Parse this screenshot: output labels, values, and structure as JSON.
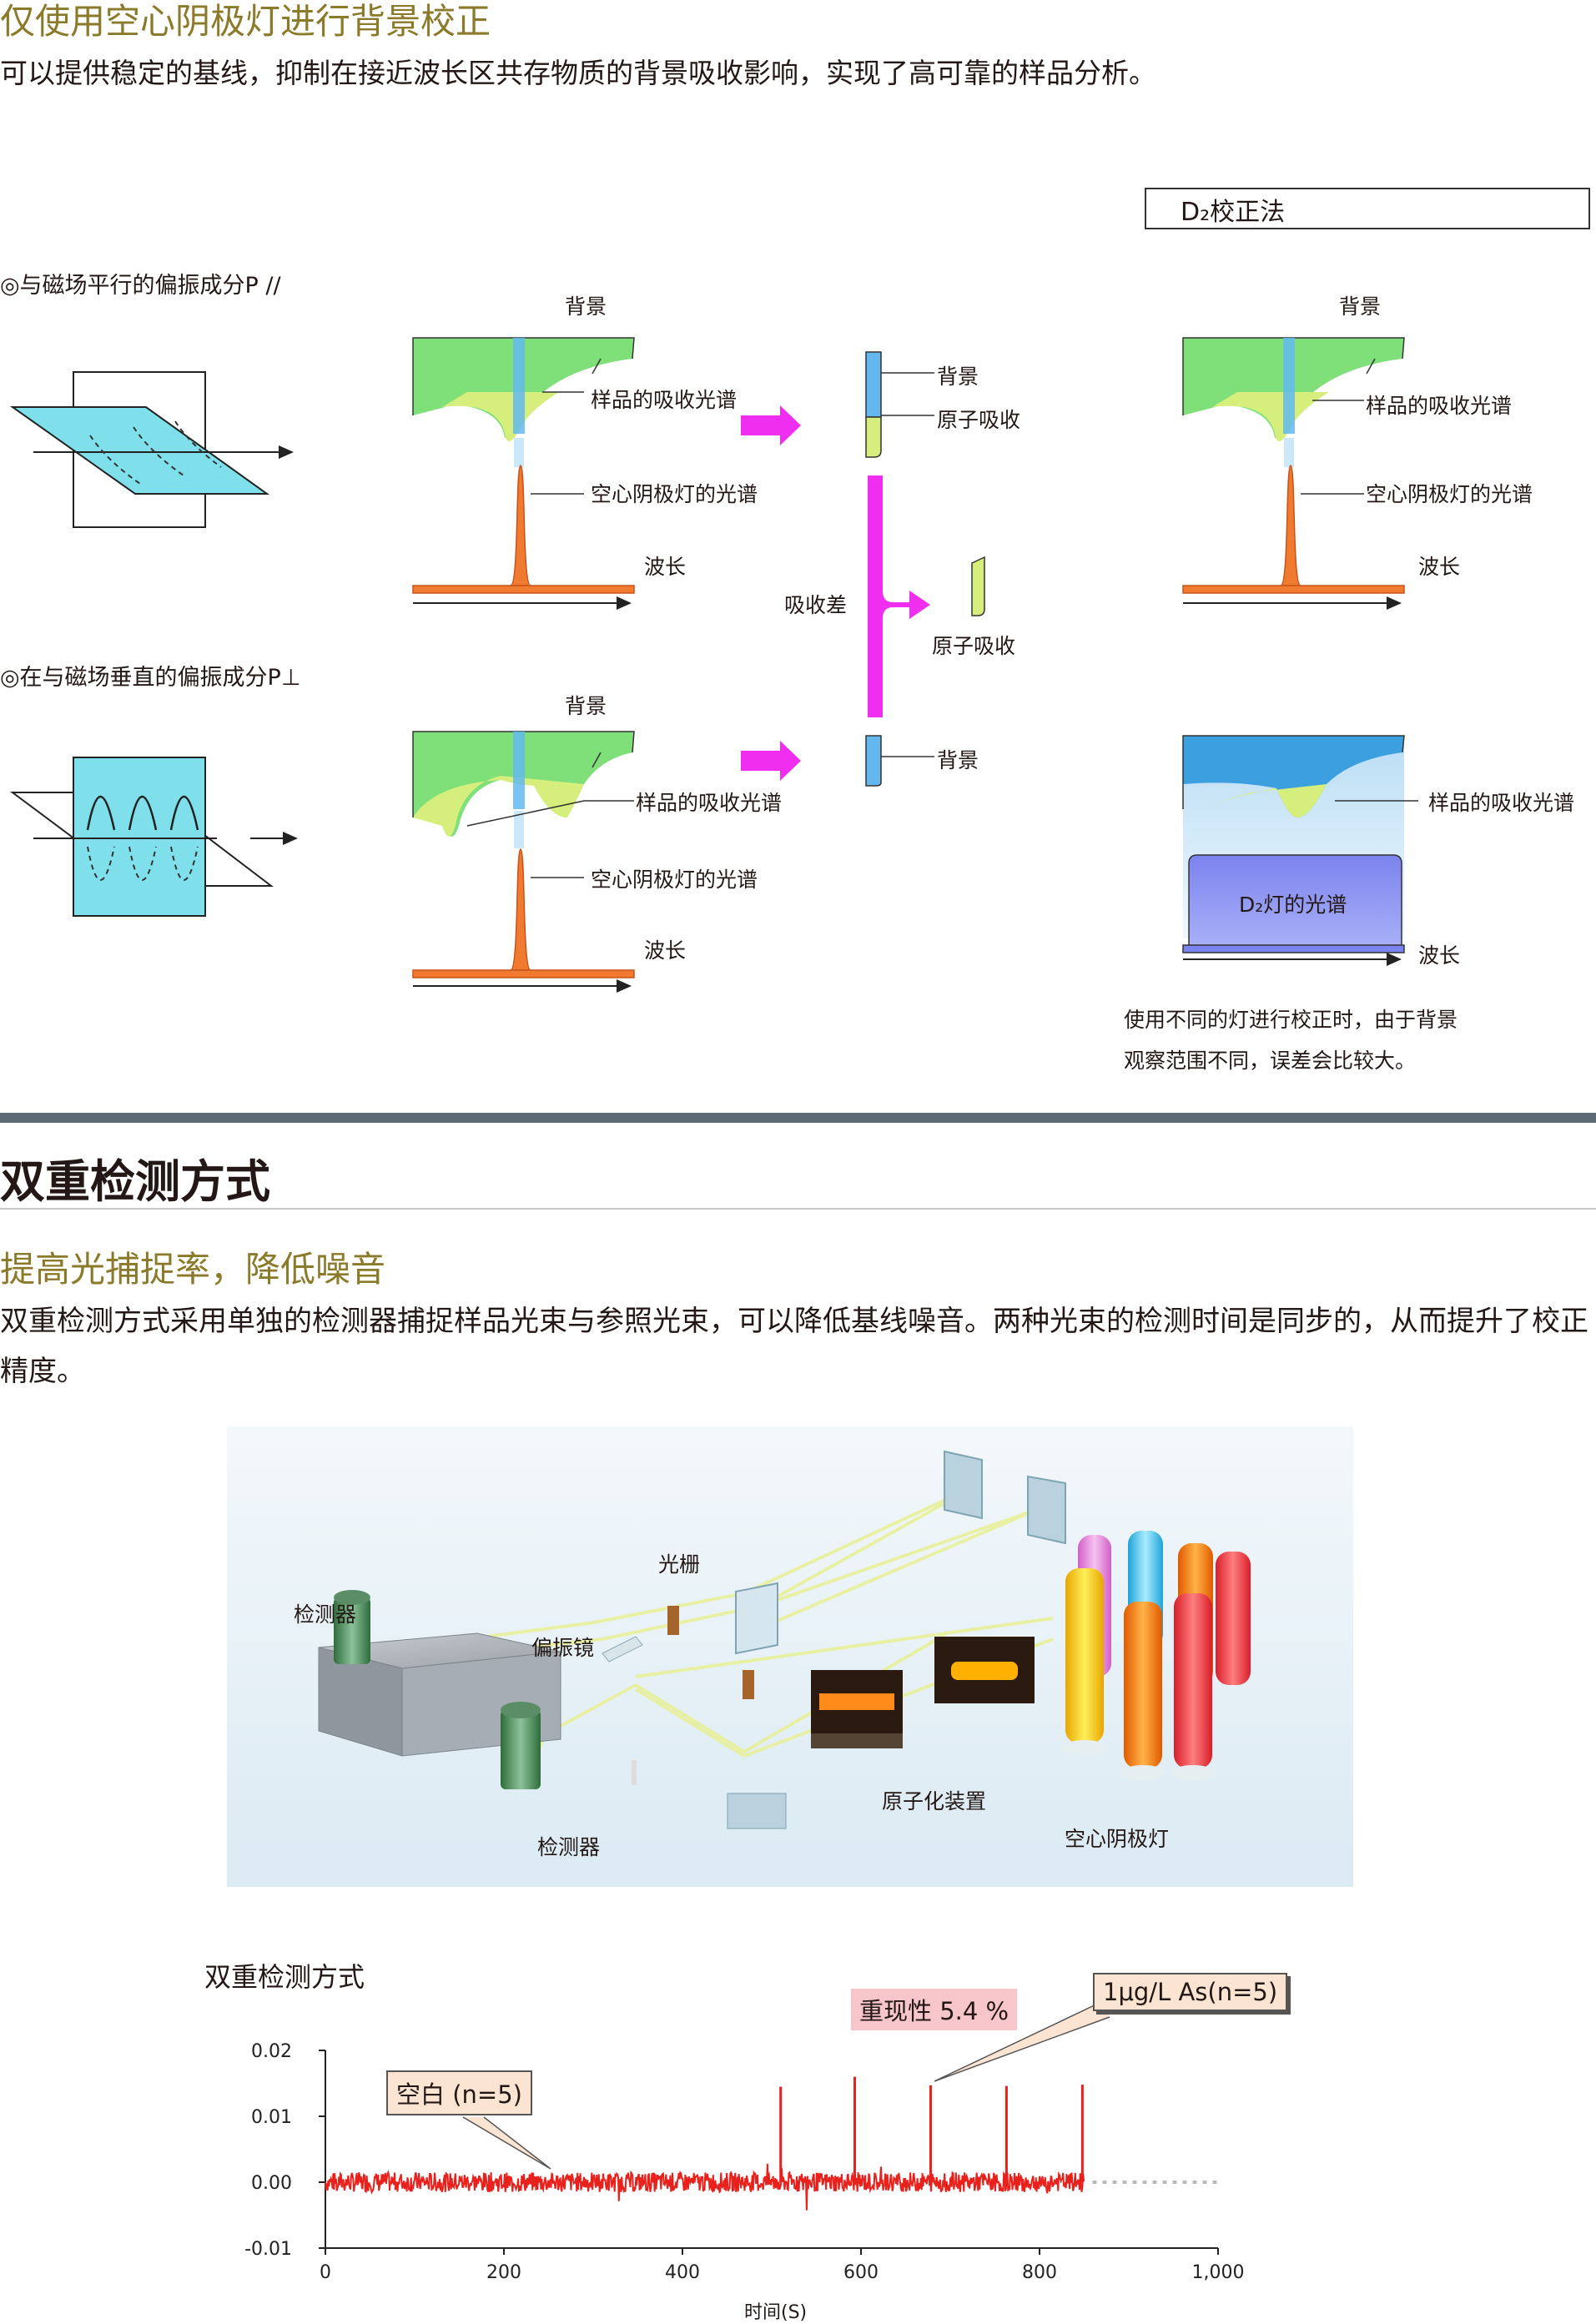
{
  "section1": {
    "title": "仅使用空心阴极灯进行背景校正",
    "desc": "可以提供稳定的基线，抑制在接近波长区共存物质的背景吸收影响，实现了高可靠的样品分析。",
    "d2_box_label": "D₂校正法",
    "para_label": "◎与磁场平行的偏振成分P //",
    "perp_label": "◎在与磁场垂直的偏振成分P⊥",
    "bg": "背景",
    "sample_spec": "样品的吸收光谱",
    "hcl_spec": "空心阴极灯的光谱",
    "wavelength": "波长",
    "atomic_abs": "原子吸收",
    "abs_diff": "吸收差",
    "d2_lamp_spec": "D₂灯的光谱",
    "note_line1": "使用不同的灯进行校正时，由于背景",
    "note_line2": "观察范围不同，误差会比较大。"
  },
  "section2": {
    "title": "双重检测方式",
    "subtitle": "提高光捕捉率，降低噪音",
    "desc": "双重检测方式采用单独的检测器捕捉样品光束与参照光束，可以降低基线噪音。两种光束的检测时间是同步的，从而提升了校正精度。",
    "diagram": {
      "grating": "光栅",
      "detector_top": "检测器",
      "polarizer": "偏振镜",
      "atomizer": "原子化装置",
      "detector_bottom": "检测器",
      "hcl": "空心阴极灯"
    }
  },
  "chart_title": "双重检测方式",
  "chart_data": {
    "type": "line",
    "xlabel": "时间(S)",
    "ylabel": "",
    "xlim": [
      0,
      1000
    ],
    "ylim": [
      -0.01,
      0.02
    ],
    "x_ticks": [
      "0",
      "200",
      "400",
      "600",
      "800",
      "1,000"
    ],
    "y_ticks": [
      "0.02",
      "0.01",
      "0.00",
      "-0.01"
    ],
    "baseline": 0.0,
    "data_end_x": 850,
    "peaks": [
      {
        "x": 510,
        "y": 0.0145
      },
      {
        "x": 593,
        "y": 0.016
      },
      {
        "x": 678,
        "y": 0.0147
      },
      {
        "x": 763,
        "y": 0.0146
      },
      {
        "x": 848,
        "y": 0.0148
      }
    ],
    "annotations": {
      "blank": "空白 (n=5)",
      "reproducibility": "重现性 5.4 %",
      "sample": "1μg/L As(n=5)"
    },
    "colors": {
      "trace": "#e8211c",
      "dotted": "#bbbbbb"
    }
  }
}
